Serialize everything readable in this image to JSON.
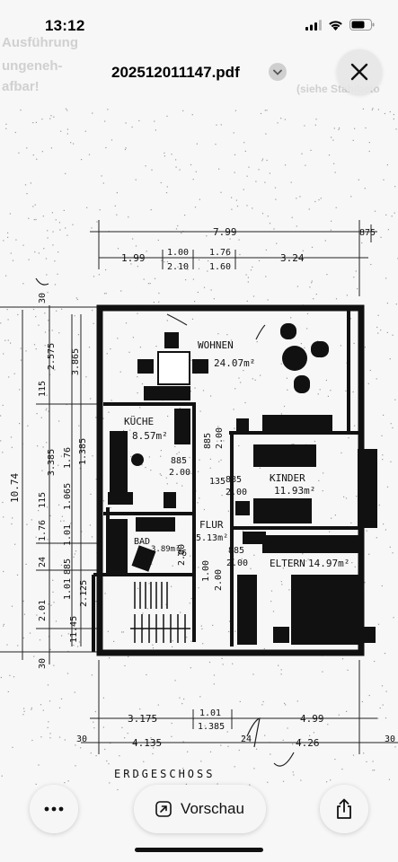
{
  "status_bar": {
    "time": "13:12",
    "icons": [
      "cellular-signal-icon",
      "wifi-icon",
      "battery-icon"
    ]
  },
  "title_bar": {
    "document_title": "202512011147.pdf",
    "chevron_icon": "chevron-down-icon",
    "close_icon": "close-icon"
  },
  "bottom_bar": {
    "more_icon": "ellipsis-icon",
    "preview_label": "Vorschau",
    "preview_icon": "open-external-icon",
    "share_icon": "share-icon"
  },
  "background_text": {
    "left_lines": [
      "Ausführung",
      "ungeneh-",
      "afbar!"
    ],
    "right_lines": [
      "(siehe Stahlbeto"
    ]
  },
  "floorplan": {
    "rooms": [
      {
        "name": "WOHNEN",
        "area": "24.07m²"
      },
      {
        "name": "KÜCHE",
        "area": "8.57m²"
      },
      {
        "name": "KINDER",
        "area": "11.93m²"
      },
      {
        "name": "FLUR",
        "area": "5.13m²"
      },
      {
        "name": "BAD",
        "area": "3.89m²"
      },
      {
        "name": "ELTERN",
        "area": "14.97m²"
      }
    ],
    "top_dimensions": {
      "total": "7.99",
      "right": "875",
      "row2": [
        "1.99",
        "1.00",
        "1.76",
        "3.24"
      ],
      "row3": [
        "2.10",
        "1.60"
      ]
    },
    "left_dimensions": {
      "total": "10.74",
      "col1": [
        "30",
        "2.575",
        "115",
        "3.385",
        "115",
        "1.76",
        "24",
        "2.01",
        "30"
      ],
      "col2": [
        "3.865",
        "1.76",
        "1.385",
        "1.065",
        "1.01",
        "885",
        "1.01",
        "2.125"
      ],
      "misc": [
        "11.45"
      ]
    },
    "door_labels": [
      "885",
      "2.00",
      "885",
      "2.00",
      "885",
      "2.00",
      "135",
      "2.00",
      "885",
      "2.00",
      "1.00",
      "2.00",
      "76"
    ],
    "bottom_dimensions": {
      "row1": [
        "3.175",
        "1.01",
        "4.99"
      ],
      "row1_sub": [
        "1.385"
      ],
      "row2": [
        "30",
        "4.135",
        "24",
        "4.26",
        "30"
      ]
    },
    "floor_label": "ERDGESCHOSS"
  }
}
